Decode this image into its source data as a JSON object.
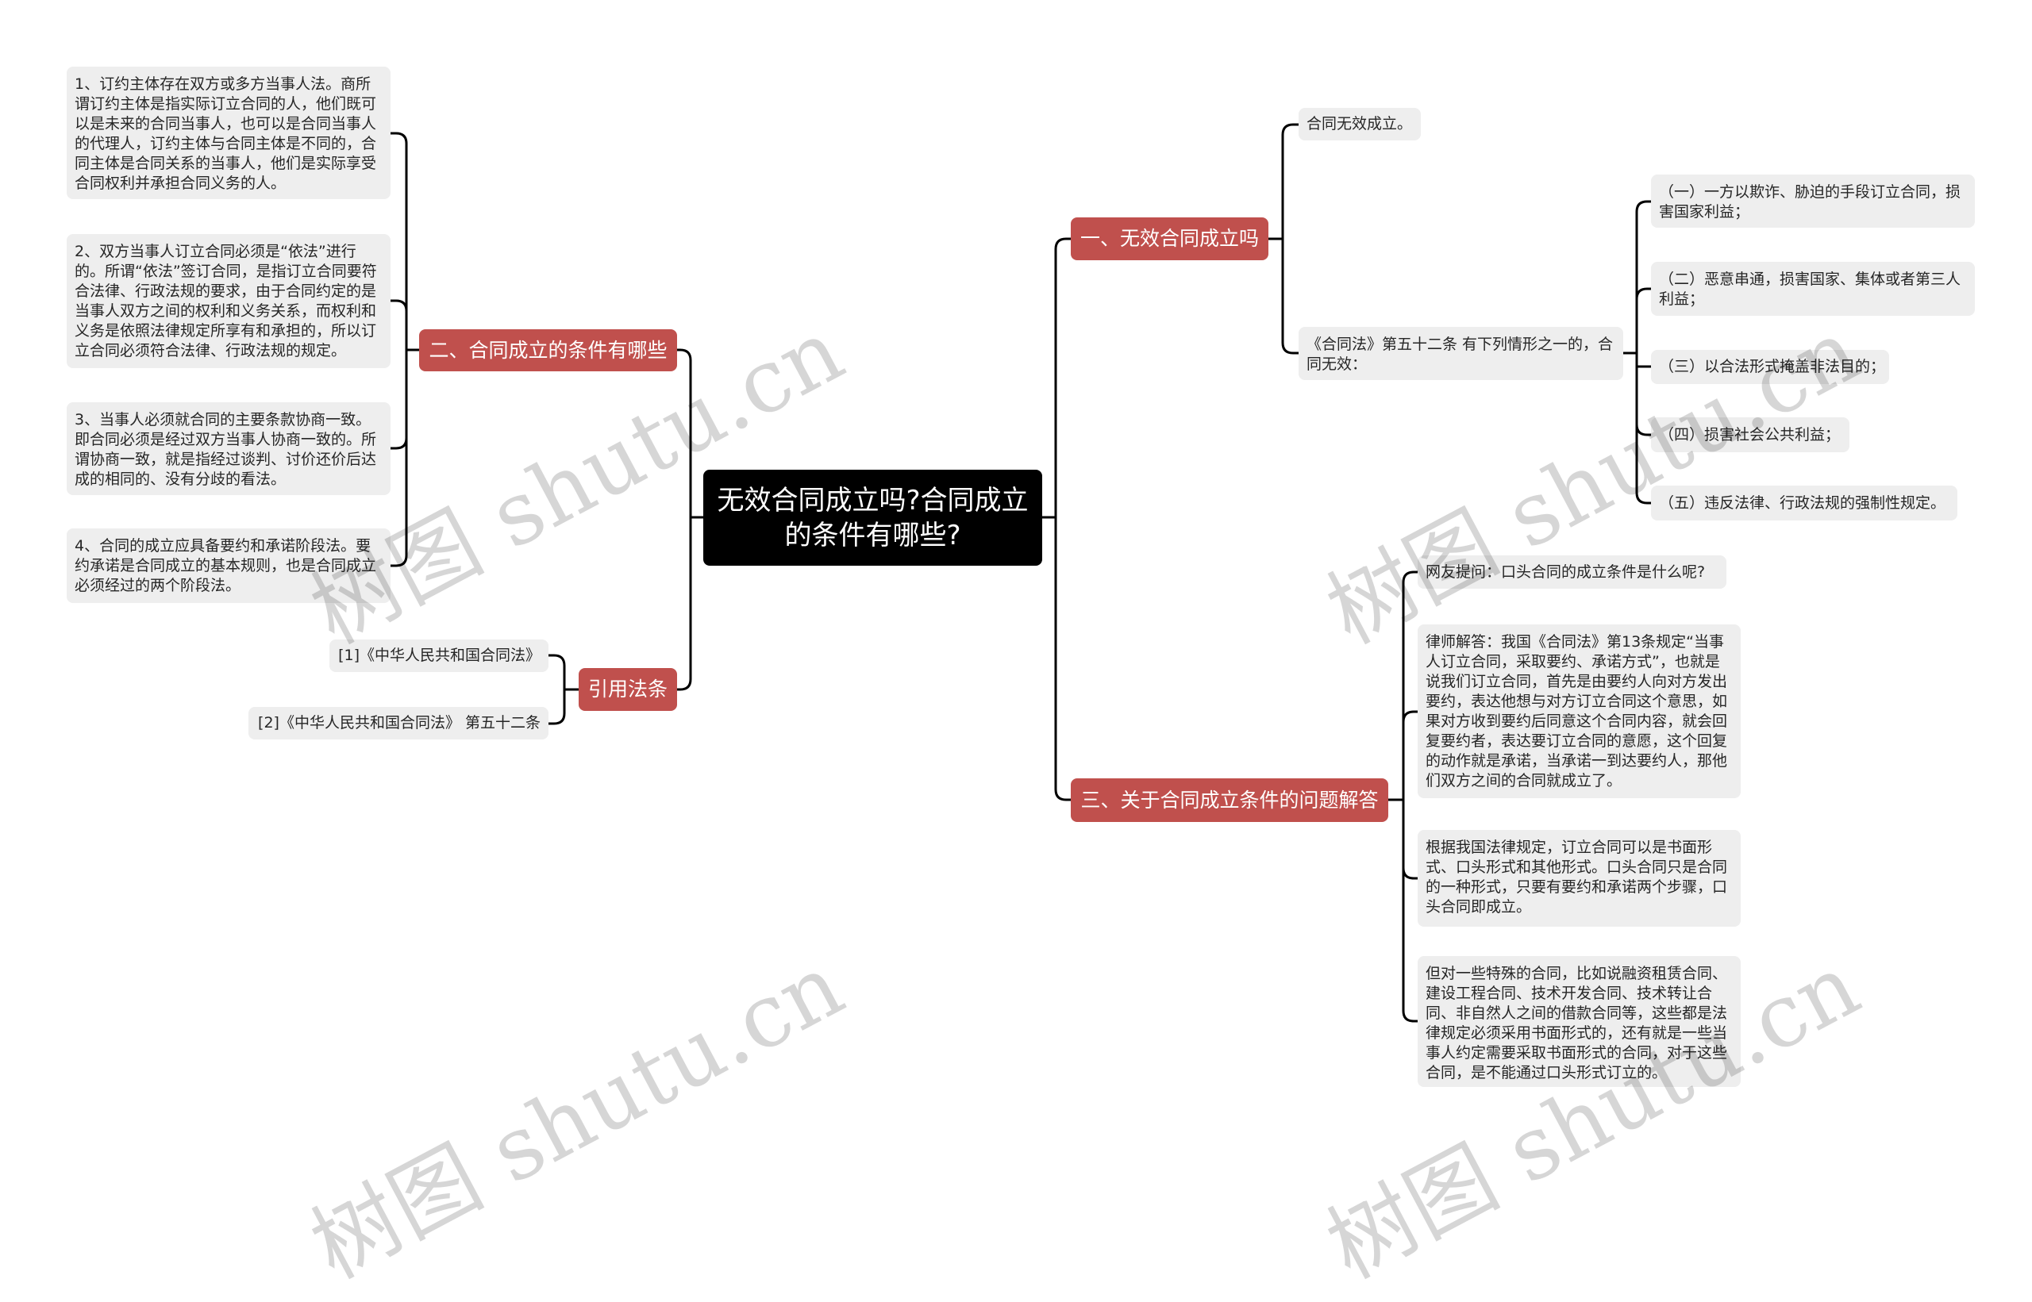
{
  "root": {
    "title": "无效合同成立吗?合同成立的条件有哪些?"
  },
  "branches": {
    "conditions": {
      "label": "二、合同成立的条件有哪些",
      "items": [
        "1、订约主体存在双方或多方当事人法。商所谓订约主体是指实际订立合同的人，他们既可以是未来的合同当事人，也可以是合同当事人的代理人，订约主体与合同主体是不同的，合同主体是合同关系的当事人，他们是实际享受合同权利并承担合同义务的人。",
        "2、双方当事人订立合同必须是“依法”进行的。所谓“依法”签订合同，是指订立合同要符合法律、行政法规的要求，由于合同约定的是当事人双方之间的权利和义务关系，而权利和义务是依照法律规定所享有和承担的，所以订立合同必须符合法律、行政法规的规定。",
        "3、当事人必须就合同的主要条款协商一致。即合同必须是经过双方当事人协商一致的。所谓协商一致，就是指经过谈判、讨价还价后达成的相同的、没有分歧的看法。",
        "4、合同的成立应具备要约和承诺阶段法。要约承诺是合同成立的基本规则，也是合同成立必须经过的两个阶段法。"
      ]
    },
    "citations": {
      "label": "引用法条",
      "items": [
        "[1]《中华人民共和国合同法》",
        "[2]《中华人民共和国合同法》 第五十二条"
      ]
    },
    "invalid": {
      "label": "一、无效合同成立吗",
      "answer": "合同无效成立。",
      "article": {
        "label": "《合同法》第五十二条 有下列情形之一的，合同无效：",
        "items": [
          "（一）一方以欺诈、胁迫的手段订立合同，损害国家利益；",
          "（二）恶意串通，损害国家、集体或者第三人利益；",
          "（三）以合法形式掩盖非法目的；",
          "（四）损害社会公共利益；",
          "（五）违反法律、行政法规的强制性规定。"
        ]
      }
    },
    "qa": {
      "label": "三、关于合同成立条件的问题解答",
      "items": [
        "网友提问：口头合同的成立条件是什么呢?",
        "律师解答：我国《合同法》第13条规定“当事人订立合同，采取要约、承诺方式”，也就是说我们订立合同，首先是由要约人向对方发出要约，表达他想与对方订立合同这个意思，如果对方收到要约后同意这个合同内容，就会回复要约者，表达要订立合同的意愿，这个回复的动作就是承诺，当承诺一到达要约人，那他们双方之间的合同就成立了。",
        "根据我国法律规定，订立合同可以是书面形式、口头形式和其他形式。口头合同只是合同的一种形式，只要有要约和承诺两个步骤，口头合同即成立。",
        "但对一些特殊的合同，比如说融资租赁合同、建设工程合同、技术开发合同、技术转让合同、非自然人之间的借款合同等，这些都是法律规定必须采用书面形式的，还有就是一些当事人约定需要采取书面形式的合同，对于这些合同，是不能通过口头形式订立的。"
      ]
    }
  },
  "watermark": {
    "text": "树图 shutu.cn"
  },
  "colors": {
    "root_bg": "#000000",
    "branch_bg": "#c0504d",
    "leaf_bg": "#eeeeee",
    "line": "#000000"
  }
}
